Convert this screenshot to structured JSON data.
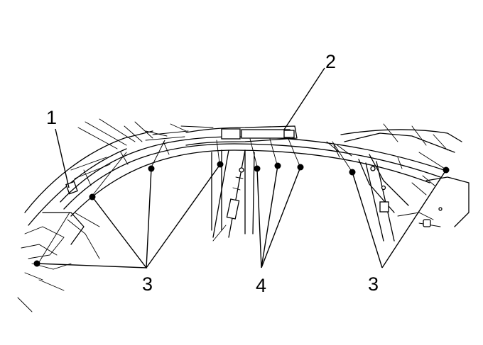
{
  "callouts": [
    {
      "id": "1",
      "label": "1"
    },
    {
      "id": "2",
      "label": "2"
    },
    {
      "id": "3a",
      "label": "3"
    },
    {
      "id": "4",
      "label": "4"
    },
    {
      "id": "3b",
      "label": "3"
    }
  ],
  "colors": {
    "line": "#000000",
    "background": "#ffffff"
  }
}
